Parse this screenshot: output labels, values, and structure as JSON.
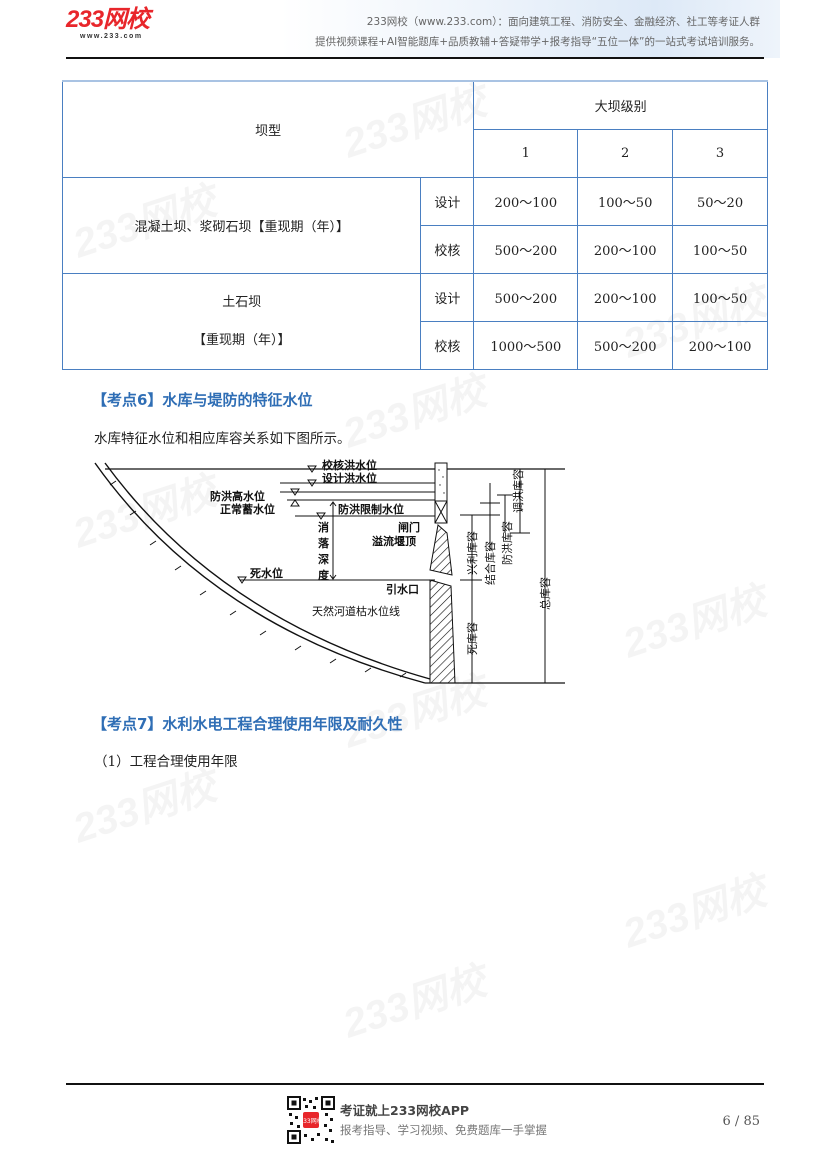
{
  "header": {
    "logo_main": "233网校",
    "logo_sub": "www.233.com",
    "tagline_line1": "233网校（www.233.com）：面向建筑工程、消防安全、金融经济、社工等考证人群",
    "tagline_line2": "提供视频课程+AI智能题库+品质教辅+答疑带学+报考指导“五位一体”的一站式考试培训服务。"
  },
  "table": {
    "header_dam_type": "坝型",
    "header_level": "大坝级别",
    "levels": [
      "1",
      "2",
      "3"
    ],
    "rows": [
      {
        "type_line1": "混凝土坝、浆砌石坝【重现期（年）】",
        "type_line2": "",
        "sub": [
          {
            "kind": "设计",
            "values": [
              "200～100",
              "100～50",
              "50～20"
            ]
          },
          {
            "kind": "校核",
            "values": [
              "500～200",
              "200～100",
              "100～50"
            ]
          }
        ]
      },
      {
        "type_line1": "土石坝",
        "type_line2": "【重现期（年）】",
        "sub": [
          {
            "kind": "设计",
            "values": [
              "500～200",
              "200～100",
              "100～50"
            ]
          },
          {
            "kind": "校核",
            "values": [
              "1000～500",
              "500～200",
              "200～100"
            ]
          }
        ]
      }
    ]
  },
  "section6": {
    "heading": "【考点6】水库与堤防的特征水位",
    "intro": "水库特征水位和相应库容关系如下图所示。"
  },
  "diagram": {
    "labels": {
      "check_flood_level": "校核洪水位",
      "design_flood_level": "设计洪水位",
      "flood_high_level": "防洪高水位",
      "normal_storage_level": "正常蓄水位",
      "flood_limit_level": "防洪限制水位",
      "drawdown_depth": [
        "消",
        "落",
        "深",
        "度"
      ],
      "gate": "闸门",
      "spillway_crest": "溢流堰顶",
      "dead_level": "死水位",
      "intake": "引水口",
      "natural_low_water": "天然河道枯水位线",
      "flood_regulation_storage": "调洪库容",
      "combined_storage": "结合库容",
      "flood_control_storage": "防洪库容",
      "beneficial_storage": "兴利库容",
      "dead_storage": "死库容",
      "total_storage": "总库容"
    }
  },
  "section7": {
    "heading": "【考点7】水利水电工程合理使用年限及耐久性",
    "sub1": "（1）工程合理使用年限"
  },
  "footer": {
    "app_title": "考证就上233网校APP",
    "app_sub": "报考指导、学习视频、免费题库一手掌握",
    "qr_badge": "233网校",
    "page_current": "6",
    "page_total": "85",
    "page_label": "6 / 85"
  },
  "watermark": "233网校"
}
